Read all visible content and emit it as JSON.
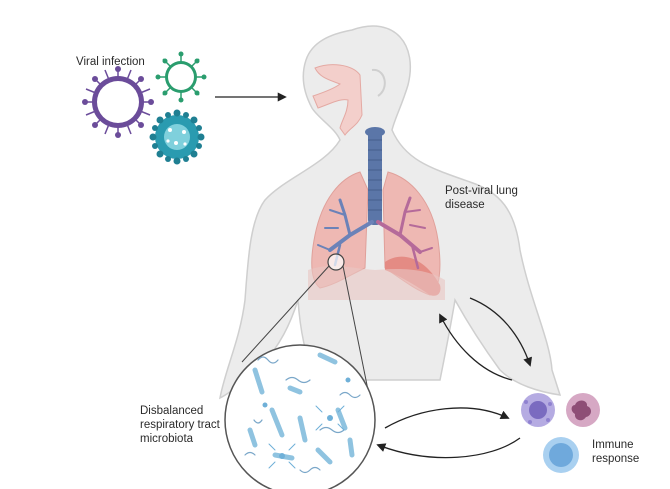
{
  "labels": {
    "viral_infection": "Viral infection",
    "post_viral": "Post-viral lung\ndisease",
    "microbiota": "Disbalanced\nrespiratory tract\nmicrobiota",
    "immune": "Immune\nresponse"
  },
  "colors": {
    "body_fill": "#ececec",
    "body_stroke": "#cfcfcf",
    "lung_fill": "#eeb8b3",
    "trachea": "#5b76a8",
    "bronchi_left": "#6b82b8",
    "bronchi_right": "#b56a9a",
    "diaphragm": "#e48b84",
    "airway": "#f3cfcb",
    "virus_purple": "#6b4c9a",
    "virus_green": "#2a9d6e",
    "virus_teal": "#2a9bb0",
    "bacteria": "#8fc3e0",
    "cell_purple": "#9b8fd0",
    "cell_pink": "#c58fb0",
    "cell_blue": "#7fb6e2",
    "arrow": "#222222"
  }
}
